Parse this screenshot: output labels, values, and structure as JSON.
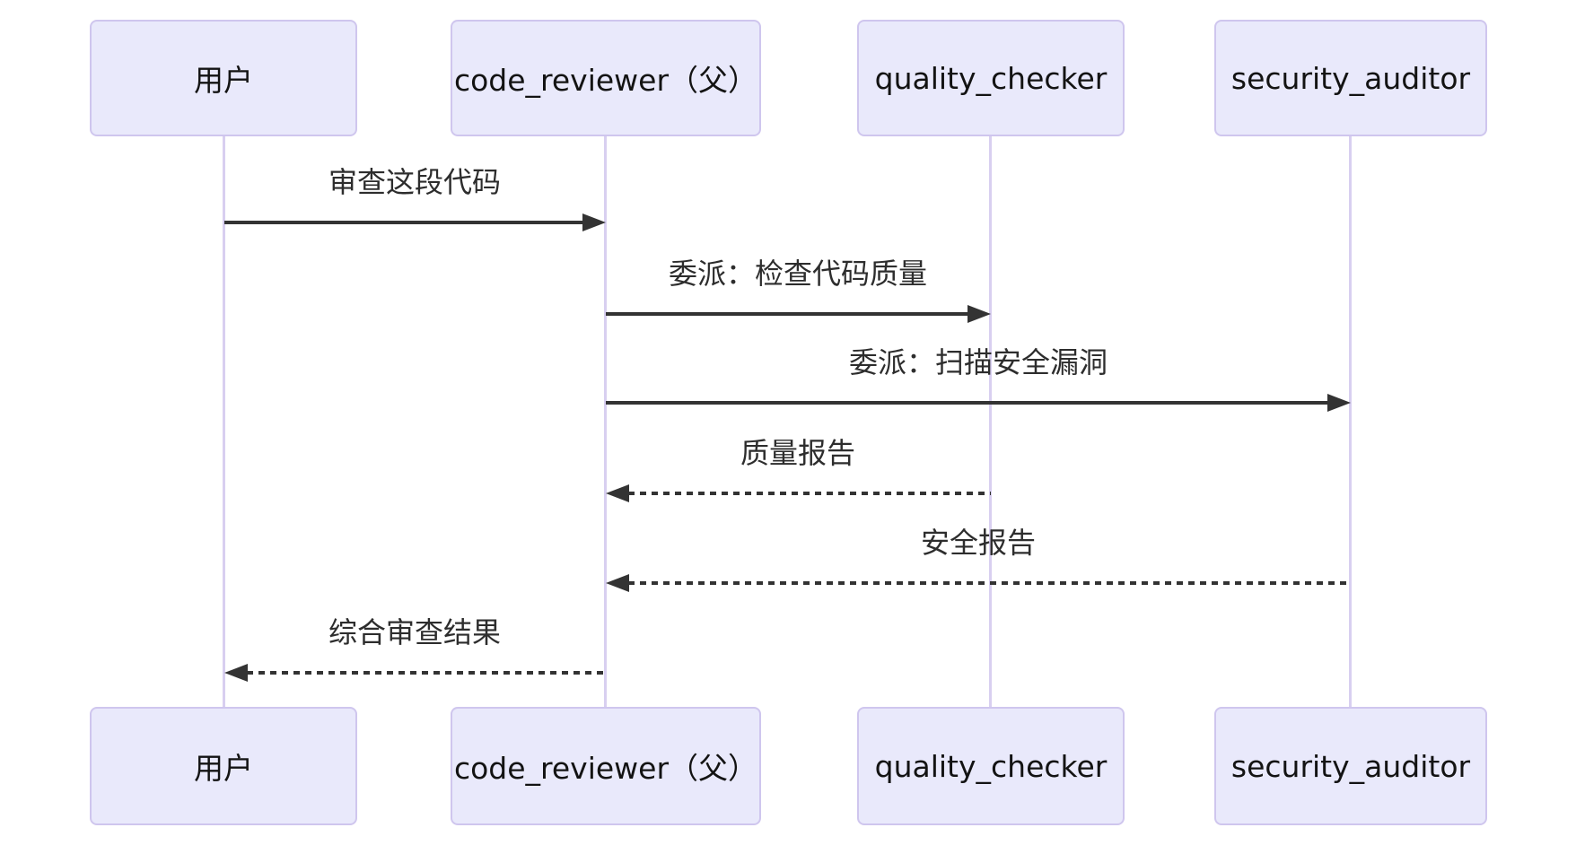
{
  "diagram": {
    "type": "sequence-diagram",
    "background": "#ffffff",
    "colors": {
      "actor_fill": "#E9E9FB",
      "actor_border": "#CFC6EE",
      "lifeline": "#D8CFF0",
      "message_line": "#333333",
      "message_text": "#2D2D2D",
      "actor_text": "#131313"
    },
    "participants": [
      {
        "name": "用户"
      },
      {
        "name": "code_reviewer（父）"
      },
      {
        "name": "quality_checker"
      },
      {
        "name": "security_auditor"
      }
    ],
    "messages": [
      {
        "from": "用户",
        "to": "code_reviewer（父）",
        "label": "审查这段代码",
        "line": "solid",
        "direction": "right"
      },
      {
        "from": "code_reviewer（父）",
        "to": "quality_checker",
        "label": "委派：检查代码质量",
        "line": "solid",
        "direction": "right"
      },
      {
        "from": "code_reviewer（父）",
        "to": "security_auditor",
        "label": "委派：扫描安全漏洞",
        "line": "solid",
        "direction": "right"
      },
      {
        "from": "quality_checker",
        "to": "code_reviewer（父）",
        "label": "质量报告",
        "line": "dotted",
        "direction": "left"
      },
      {
        "from": "security_auditor",
        "to": "code_reviewer（父）",
        "label": "安全报告",
        "line": "dotted",
        "direction": "left"
      },
      {
        "from": "code_reviewer（父）",
        "to": "用户",
        "label": "综合审查结果",
        "line": "dotted",
        "direction": "left"
      }
    ]
  }
}
